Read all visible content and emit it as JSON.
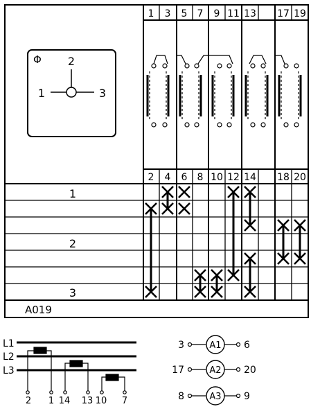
{
  "symbol": {
    "label": "Φ",
    "pos_left": "1",
    "pos_top": "2",
    "pos_right": "3"
  },
  "terminals_top": [
    "1",
    "3",
    "5",
    "7",
    "9",
    "11",
    "13",
    "",
    "17",
    "19"
  ],
  "terminals_bottom": [
    "2",
    "4",
    "6",
    "8",
    "10",
    "12",
    "14",
    "",
    "18",
    "20"
  ],
  "position_labels": [
    "1",
    "2",
    "3"
  ],
  "code": "A019",
  "lines": [
    "L1",
    "L2",
    "L3"
  ],
  "wiring_terminals": [
    "2",
    "1",
    "14",
    "13",
    "10",
    "7"
  ],
  "meters": [
    {
      "left": "3",
      "name": "A1",
      "right": "6"
    },
    {
      "left": "17",
      "name": "A2",
      "right": "20"
    },
    {
      "left": "8",
      "name": "A3",
      "right": "9"
    }
  ],
  "switch_table": {
    "rows": 7,
    "marks": [
      {
        "col": 1,
        "row": 0
      },
      {
        "col": 1,
        "row": 1
      },
      {
        "col": 2,
        "row": 0
      },
      {
        "col": 2,
        "row": 1
      },
      {
        "col": 0,
        "row": 1
      },
      {
        "col": 0,
        "row": 6
      },
      {
        "col": 5,
        "row": 0
      },
      {
        "col": 6,
        "row": 0
      },
      {
        "col": 6,
        "row": 2
      },
      {
        "col": 8,
        "row": 2
      },
      {
        "col": 8,
        "row": 4
      },
      {
        "col": 9,
        "row": 2
      },
      {
        "col": 9,
        "row": 4
      },
      {
        "col": 6,
        "row": 4
      },
      {
        "col": 5,
        "row": 5
      },
      {
        "col": 3,
        "row": 5
      },
      {
        "col": 3,
        "row": 6
      },
      {
        "col": 4,
        "row": 5
      },
      {
        "col": 4,
        "row": 6
      },
      {
        "col": 6,
        "row": 6
      }
    ],
    "connections": [
      {
        "col": 1,
        "from": 0,
        "to": 1
      },
      {
        "col": 0,
        "from": 1,
        "to": 6
      },
      {
        "col": 5,
        "from": 0,
        "to": 5
      },
      {
        "col": 6,
        "from": 0,
        "to": 2
      },
      {
        "col": 8,
        "from": 2,
        "to": 4
      },
      {
        "col": 9,
        "from": 2,
        "to": 4
      },
      {
        "col": 6,
        "from": 4,
        "to": 6
      },
      {
        "col": 3,
        "from": 5,
        "to": 6
      },
      {
        "col": 4,
        "from": 5,
        "to": 6
      }
    ]
  }
}
